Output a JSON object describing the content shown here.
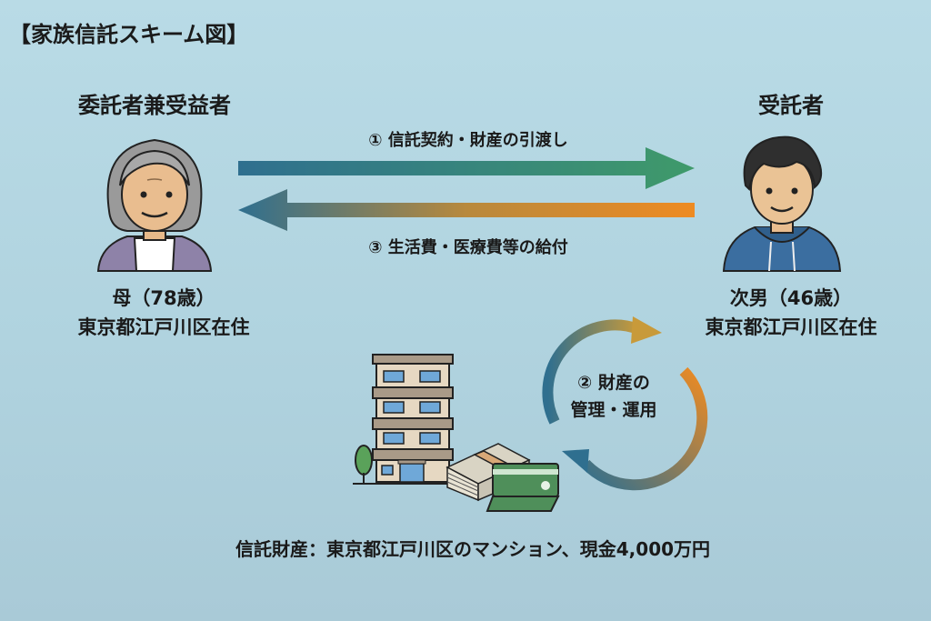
{
  "title": "【家族信託スキーム図】",
  "settlor": {
    "role": "委託者兼受益者",
    "name_age": "母（78歳）",
    "residence": "東京都江戸川区在住",
    "icon": "elderly-woman-avatar"
  },
  "trustee": {
    "role": "受託者",
    "name_age": "次男（46歳）",
    "residence": "東京都江戸川区在住",
    "icon": "young-man-avatar"
  },
  "flows": [
    {
      "label": "① 信託契約・財産の引渡し",
      "direction": "settlor-to-trustee",
      "colors": [
        "#2f6f8f",
        "#3f9a6a"
      ]
    },
    {
      "label": "③ 生活費・医療費等の給付",
      "direction": "trustee-to-settlor",
      "colors": [
        "#e88a26",
        "#2f6f8f"
      ]
    }
  ],
  "cycle": {
    "label_line1": "② 財産の",
    "label_line2": "管理・運用",
    "colors": [
      "#2f6f8f",
      "#e88a26"
    ]
  },
  "assets_icons": [
    "apartment-building-icon",
    "cash-stack-icon",
    "bank-card-icon"
  ],
  "footer": "信託財産：東京都江戸川区のマンション、現金4,000万円"
}
